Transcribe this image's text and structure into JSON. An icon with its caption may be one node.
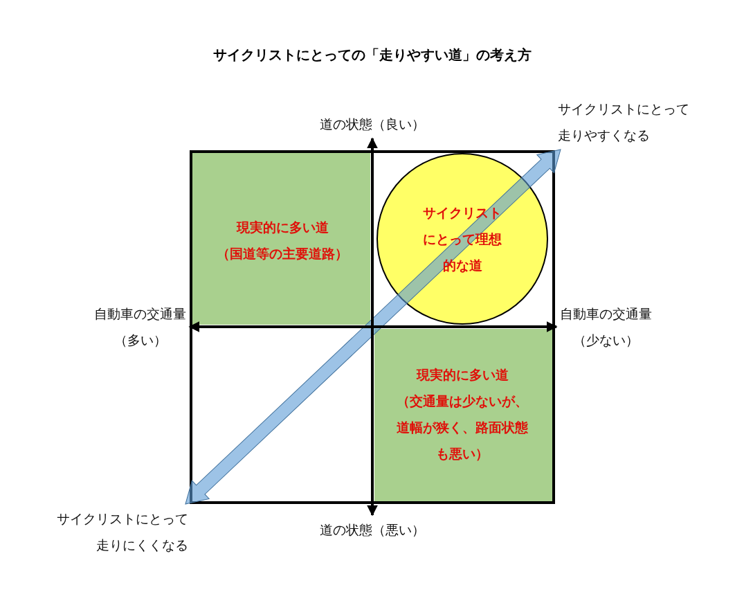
{
  "diagram": {
    "title": "サイクリストにとっての「走りやすい道」の考え方",
    "nodes": [
      {
        "text": [
          "現実的に多い道",
          "（国道等の主要道路）"
        ]
      },
      {
        "text": [
          "サイクリストにとって理想的な道"
        ]
      },
      {
        "text": [
          "現実的に多い道",
          "（交通量は少ないが、道幅が狭く、路面状態も悪い）"
        ]
      },
      {
        "text": [
          "サイクリストにとって走りやすくなる"
        ]
      },
      {
        "text": [
          "サイクリストにとって走りにくくなる"
        ]
      },
      {
        "text": [
          "道の状態（良い）"
        ]
      },
      {
        "text": [
          "自動車の交通量（多い）"
        ]
      },
      {
        "text": [
          "自動車の交通量（少ない）"
        ]
      },
      {
        "text": [
          "道の状態（悪い）"
        ]
      }
    ],
    "edges": [
      {
        "from": 4,
        "to": 3,
        "arrow": "both",
        "style": "thick",
        "color": "#5b9bd5"
      },
      {
        "from": 5,
        "to": 8,
        "arrow": "both"
      },
      {
        "from": 6,
        "to": 7,
        "arrow": "both"
      }
    ]
  }
}
